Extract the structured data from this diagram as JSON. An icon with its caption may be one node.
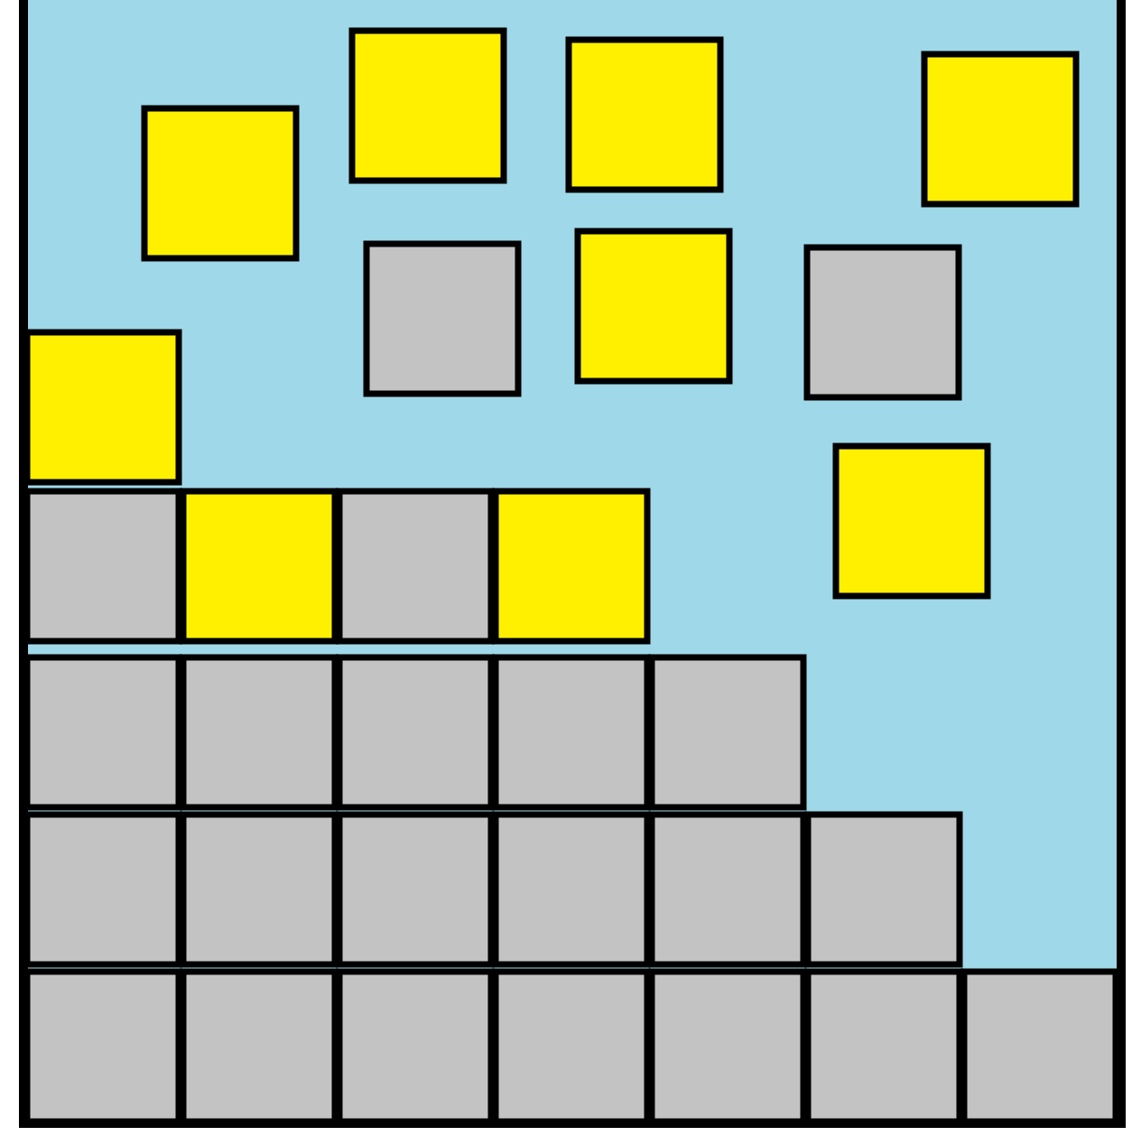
{
  "diagram": {
    "nodes": [
      {
        "text": [],
        "shape": "box"
      },
      {
        "text": [],
        "shape": "box"
      },
      {
        "text": [],
        "shape": "box"
      },
      {
        "text": [],
        "shape": "box"
      },
      {
        "text": [],
        "shape": "box"
      },
      {
        "text": [],
        "shape": "box"
      },
      {
        "text": [],
        "shape": "box"
      },
      {
        "text": [],
        "shape": "box"
      },
      {
        "text": [],
        "shape": "box"
      },
      {
        "text": [],
        "shape": "box"
      },
      {
        "text": [],
        "shape": "box"
      },
      {
        "text": [],
        "shape": "box"
      },
      {
        "text": [],
        "shape": "box"
      },
      {
        "text": [],
        "shape": "box"
      },
      {
        "text": [],
        "shape": "box"
      },
      {
        "text": [],
        "shape": "box"
      },
      {
        "text": [],
        "shape": "box"
      },
      {
        "text": [],
        "shape": "box"
      },
      {
        "text": [],
        "shape": "box"
      },
      {
        "text": [],
        "shape": "box"
      },
      {
        "text": [],
        "shape": "box"
      },
      {
        "text": [],
        "shape": "box"
      },
      {
        "text": [],
        "shape": "box"
      },
      {
        "text": [],
        "shape": "box"
      },
      {
        "text": [],
        "shape": "box"
      },
      {
        "text": [],
        "shape": "box"
      },
      {
        "text": [],
        "shape": "box"
      },
      {
        "text": [],
        "shape": "box"
      },
      {
        "text": [],
        "shape": "box"
      },
      {
        "text": [],
        "shape": "box"
      },
      {
        "text": [],
        "shape": "box"
      }
    ]
  }
}
